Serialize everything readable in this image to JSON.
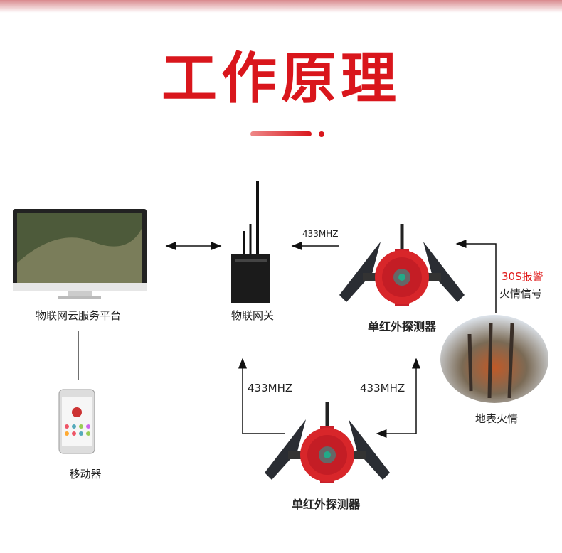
{
  "title": "工作原理",
  "nodes": {
    "cloud_platform": "物联网云服务平台",
    "gateway": "物联网关",
    "detector_top": "单红外探测器",
    "detector_bottom": "单红外探测器",
    "mobile": "移动器",
    "fire": "地表火情"
  },
  "links": {
    "freq_top": "433MHZ",
    "freq_left": "433MHZ",
    "freq_right": "433MHZ",
    "alarm": "30S报警",
    "signal": "火情信号"
  },
  "colors": {
    "accent": "#d9161c",
    "detector": "#d8262a"
  }
}
